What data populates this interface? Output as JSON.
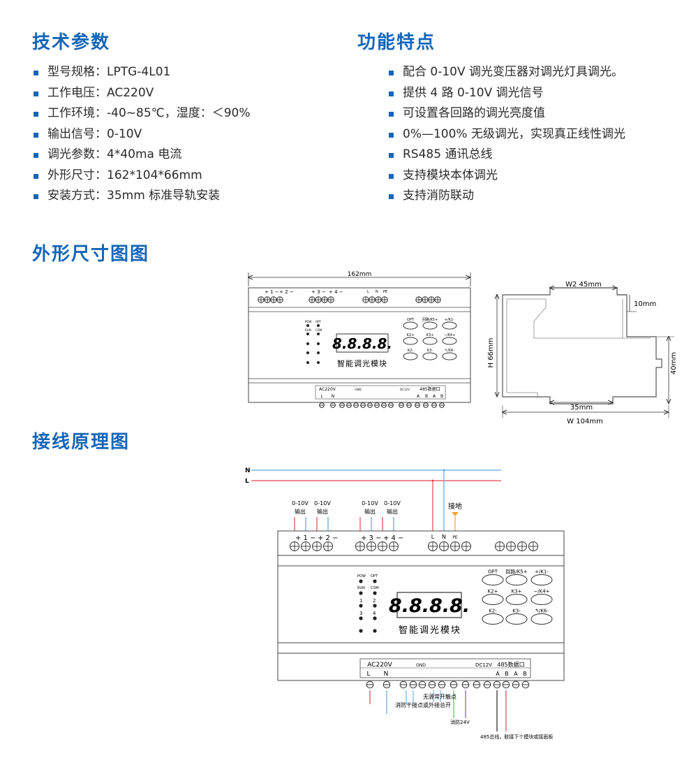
{
  "sections": {
    "tech_params_title": "技术参数",
    "features_title": "功能特点",
    "dimensions_title": "外形尺寸图图",
    "wiring_title": "接线原理图"
  },
  "tech_params": [
    "型号规格：LPTG-4L01",
    "工作电压：AC220V",
    "工作环境：-40~85℃，湿度：＜90%",
    "输出信号：0-10V",
    "调光参数：4*40ma 电流",
    "外形尺寸：162*104*66mm",
    "安装方式：35mm 标准导轨安装"
  ],
  "features": [
    "配合 0-10V 调光变压器对调光灯具调光。",
    "提供 4 路 0-10V 调光信号",
    "可设置各回路的调光亮度值",
    "0%—100% 无级调光，实现真正线性调光",
    "RS485 通讯总线",
    "支持模块本体调光",
    "支持消防联动"
  ],
  "module": {
    "display": "8.8.8.8.",
    "name": "智能调光模块",
    "top_terminal_labels": [
      "+ 1 −",
      "+ 2 −",
      "+ 3 −",
      "+ 4 −",
      "L",
      "N",
      "PE"
    ],
    "indicators": [
      "POW",
      "OPT",
      "RUN",
      "COM",
      "1",
      "2",
      "3",
      "4"
    ],
    "keys": [
      "OPT",
      "回路/K5+",
      "+/K1-",
      "K2+",
      "K3+",
      "−/K4+",
      "K2-",
      "K3-",
      "↰/K6-"
    ],
    "bottom_labels": [
      "AC220V",
      "L",
      "N",
      "GND",
      "消防24V",
      "DC12V",
      "485数据口",
      "A",
      "B",
      "A",
      "B"
    ]
  },
  "front_dims": {
    "width": "162mm"
  },
  "side_dims": {
    "w2": "W2  45mm",
    "top": "10mm",
    "height": "H  66mm",
    "right": "40mm",
    "rail": "35mm",
    "width": "W  104mm"
  },
  "wiring": {
    "bus_n": "N",
    "bus_l": "L",
    "out_label_1": "0-10V",
    "out_label_2": "输出",
    "ground_label": "接地",
    "fire_label": "消防干接点或外接总开",
    "nc_label": "无源常开触点",
    "fire24_label": "消防24V",
    "bus485_label": "485总线，联接下个模块或接面板"
  },
  "colors": {
    "accent": "#1565b8",
    "red": "#e0454f",
    "blue": "#5aaad8",
    "orange": "#f0a030",
    "purple": "#7a5aa8",
    "green": "#6ab86a"
  }
}
